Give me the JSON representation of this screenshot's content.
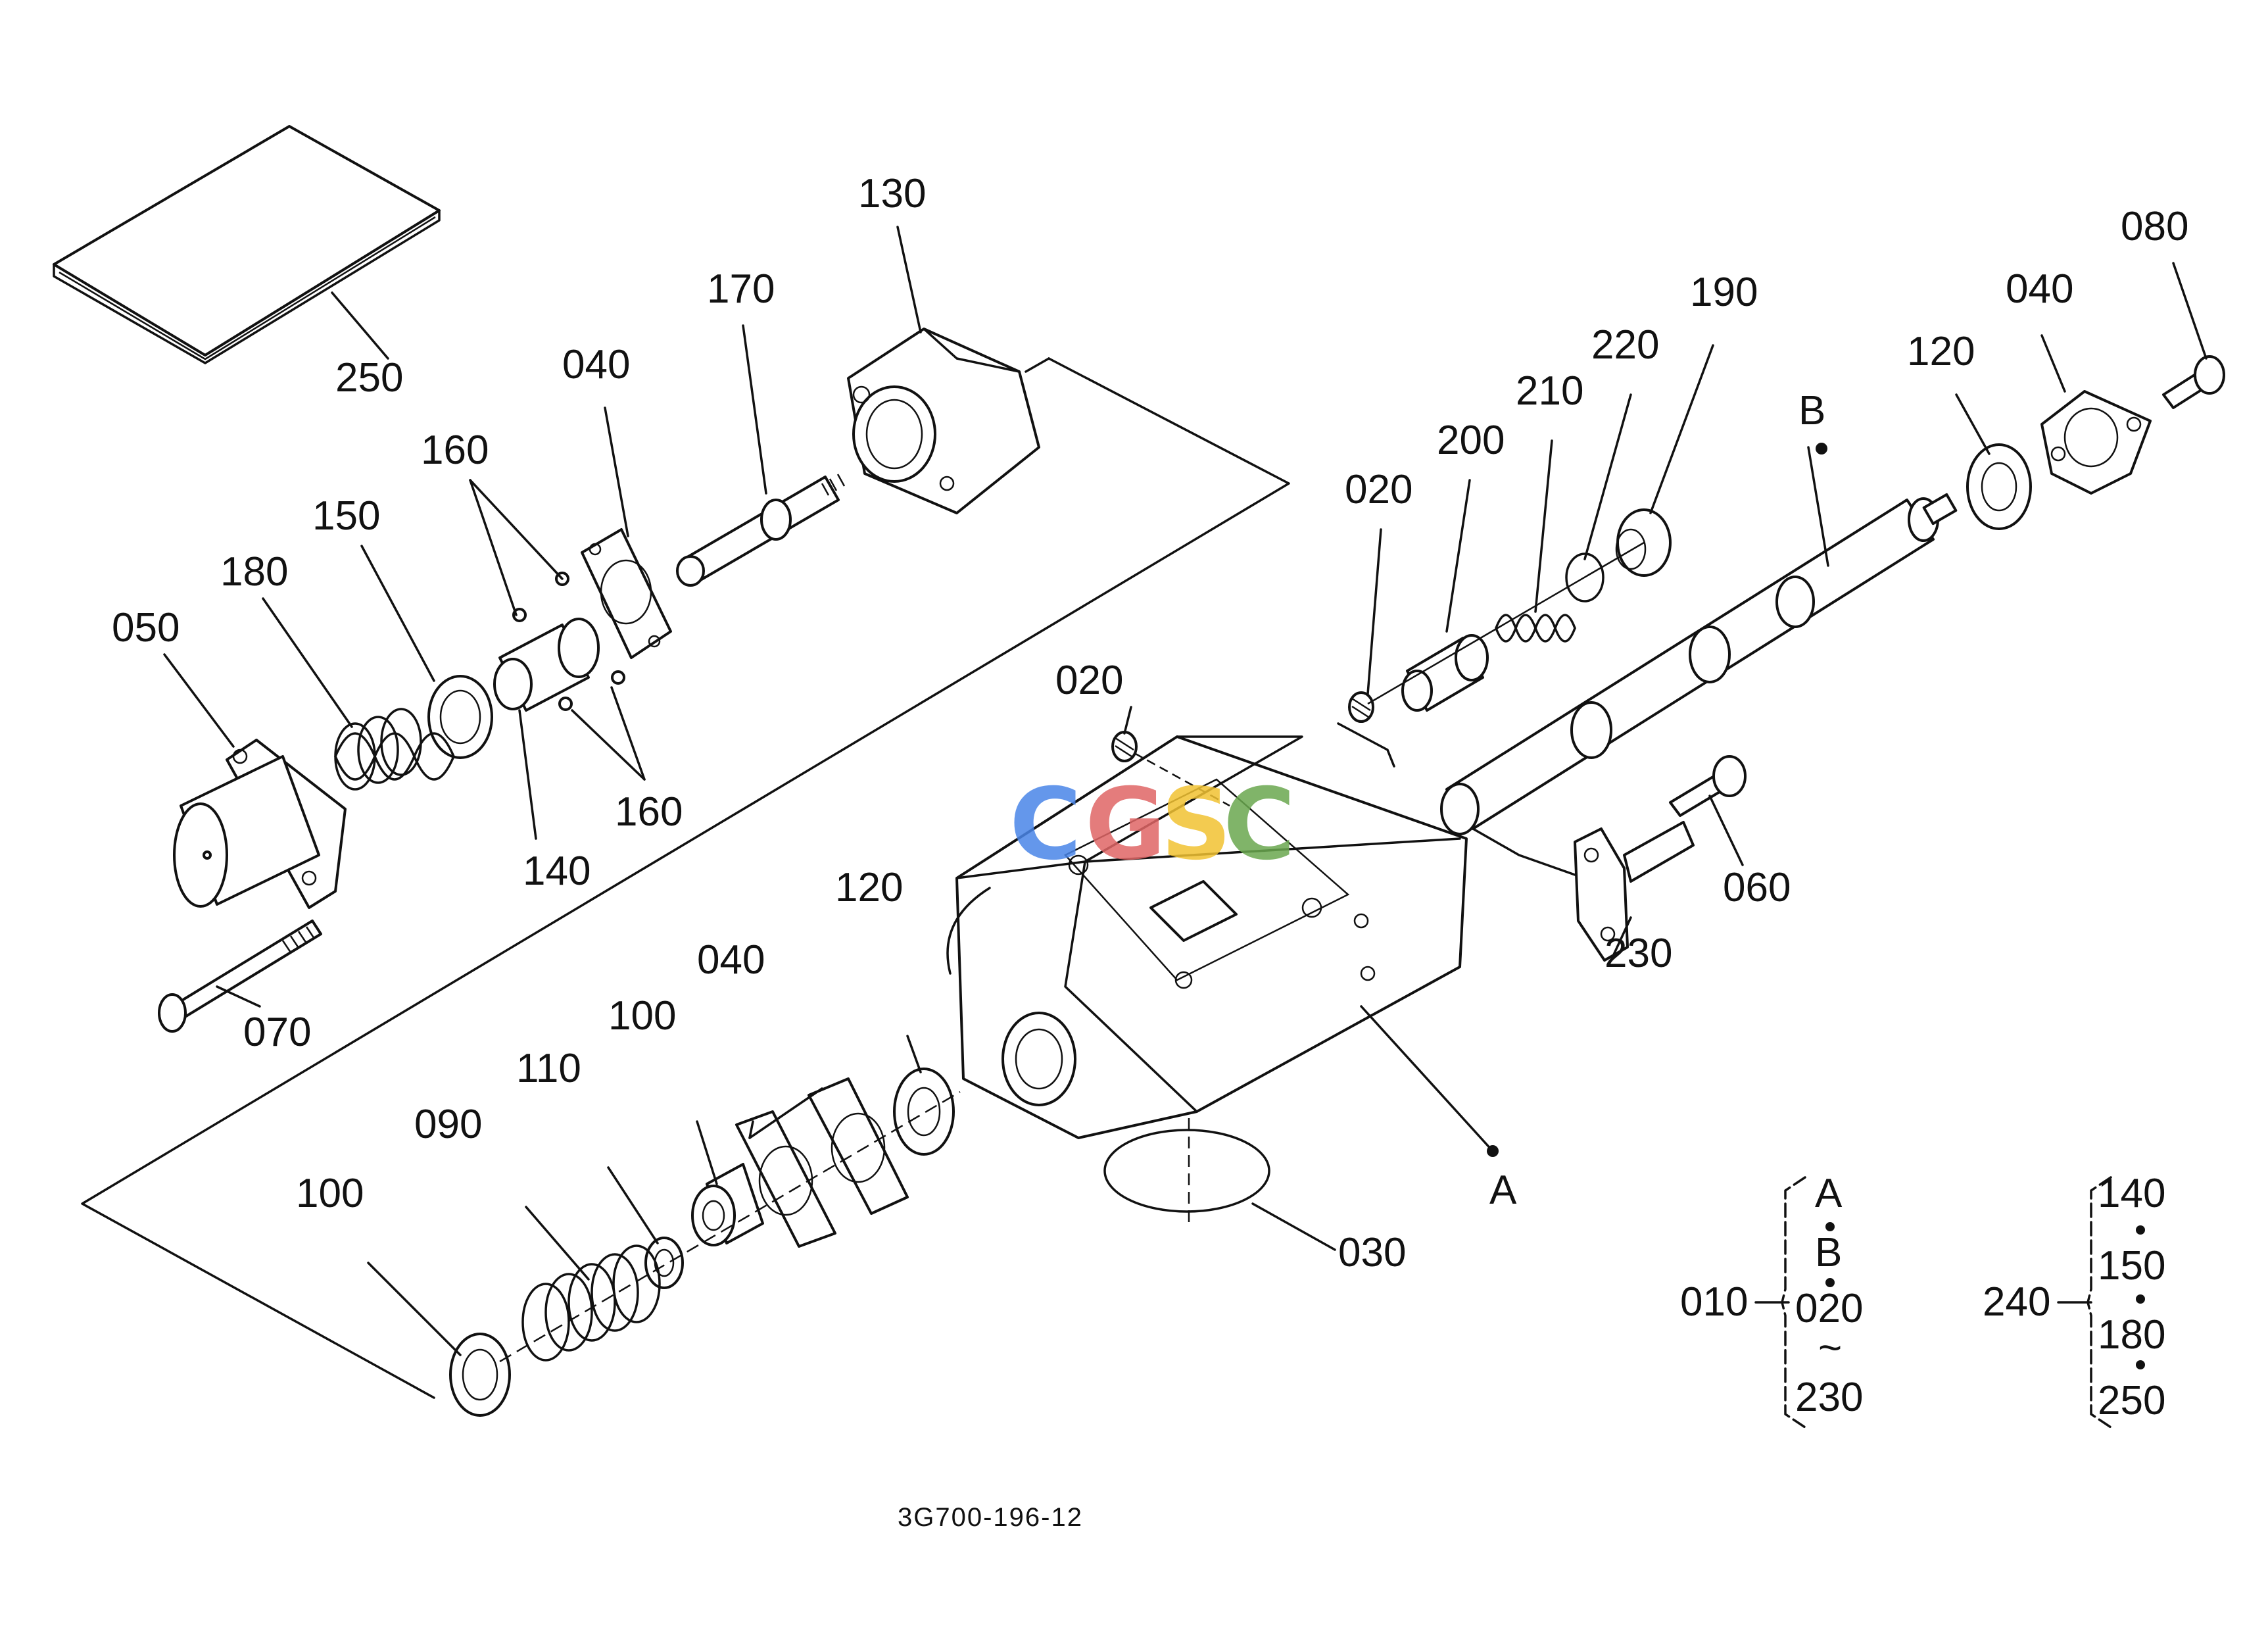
{
  "diagram_code": "3G700-196-12",
  "watermark": {
    "letters": [
      "C",
      "G",
      "S",
      "C"
    ],
    "colors": [
      "#4A86E8",
      "#E06666",
      "#F1C232",
      "#6AA84F"
    ]
  },
  "callouts": [
    {
      "id": "c250",
      "text": "250"
    },
    {
      "id": "c130",
      "text": "130"
    },
    {
      "id": "c170",
      "text": "170"
    },
    {
      "id": "c040a",
      "text": "040"
    },
    {
      "id": "c160a",
      "text": "160"
    },
    {
      "id": "c150",
      "text": "150"
    },
    {
      "id": "c180",
      "text": "180"
    },
    {
      "id": "c050",
      "text": "050"
    },
    {
      "id": "c140",
      "text": "140"
    },
    {
      "id": "c160b",
      "text": "160"
    },
    {
      "id": "c070",
      "text": "070"
    },
    {
      "id": "c020a",
      "text": "020"
    },
    {
      "id": "c200",
      "text": "200"
    },
    {
      "id": "c210",
      "text": "210"
    },
    {
      "id": "c220",
      "text": "220"
    },
    {
      "id": "c190",
      "text": "190"
    },
    {
      "id": "cB",
      "text": "B"
    },
    {
      "id": "c120a",
      "text": "120"
    },
    {
      "id": "c040b",
      "text": "040"
    },
    {
      "id": "c080",
      "text": "080"
    },
    {
      "id": "c020b",
      "text": "020"
    },
    {
      "id": "c060",
      "text": "060"
    },
    {
      "id": "c230",
      "text": "230"
    },
    {
      "id": "c120b",
      "text": "120"
    },
    {
      "id": "c040c",
      "text": "040"
    },
    {
      "id": "c100a",
      "text": "100"
    },
    {
      "id": "c110",
      "text": "110"
    },
    {
      "id": "c090",
      "text": "090"
    },
    {
      "id": "c100b",
      "text": "100"
    },
    {
      "id": "cA",
      "text": "A"
    },
    {
      "id": "c030",
      "text": "030"
    }
  ],
  "assembly_refs": [
    {
      "id": "g010",
      "key": "010",
      "items": [
        "A",
        "B",
        "020",
        "230"
      ],
      "range_symbol": "~"
    },
    {
      "id": "g240",
      "key": "240",
      "items": [
        "140",
        "150",
        "180",
        "250"
      ]
    }
  ]
}
